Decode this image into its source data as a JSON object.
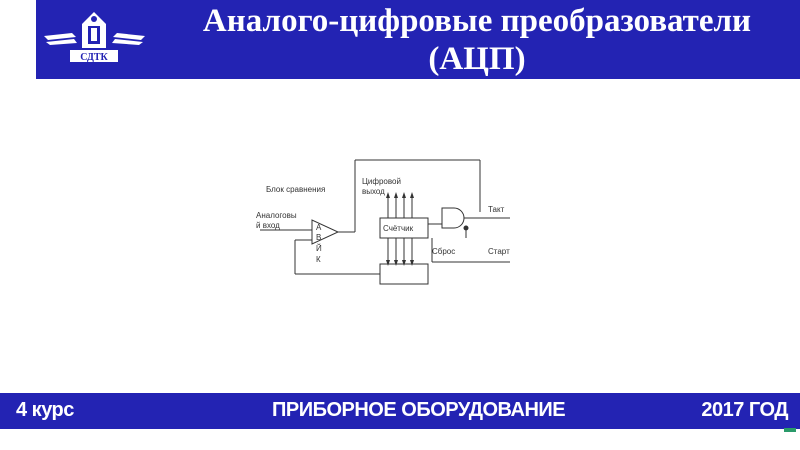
{
  "header": {
    "title_line1": "Аналого-цифровые преобразователи",
    "title_line2": "(АЦП)",
    "logo_text": "СДТК",
    "color": "#2323b3"
  },
  "diagram": {
    "label_comparator_block": "Блок сравнения",
    "label_analog_input_1": "Аналоговы",
    "label_analog_input_2": "й вход",
    "label_digital_output_1": "Цифровой",
    "label_digital_output_2": "выход",
    "label_counter": "Счётчик",
    "label_clock": "Такт",
    "label_reset": "Сброс",
    "label_start": "Старт",
    "label_comparator_letters": [
      "А",
      "В",
      "Й",
      "К"
    ]
  },
  "footer": {
    "left": "4 курс",
    "center": "ПРИБОРНОЕ ОБОРУДОВАНИЕ",
    "right": "2017 ГОД",
    "color": "#2323b3"
  }
}
